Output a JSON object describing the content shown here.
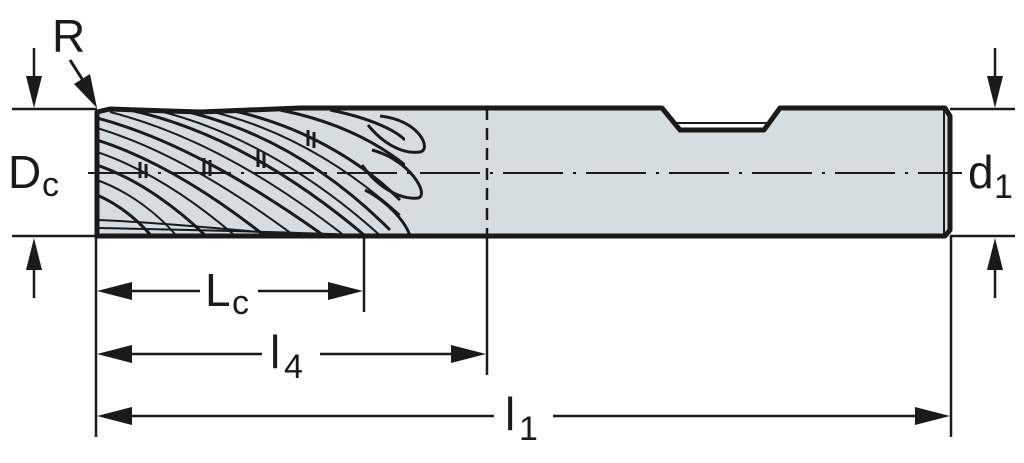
{
  "diagram": {
    "subject": "end mill (solid carbide, helical flutes) dimension drawing",
    "colors": {
      "line": "#1a1a1a",
      "body_fill": "#d5dde0",
      "background": "#ffffff"
    },
    "labels": {
      "corner_radius": {
        "main": "R"
      },
      "cutting_diameter": {
        "main": "D",
        "sub": "c"
      },
      "shank_diameter": {
        "main": "d",
        "sub": "1"
      },
      "cutting_length": {
        "main": "L",
        "sub": "c"
      },
      "usable_length": {
        "main": "l",
        "sub": "4"
      },
      "overall_length": {
        "main": "l",
        "sub": "1"
      }
    }
  }
}
